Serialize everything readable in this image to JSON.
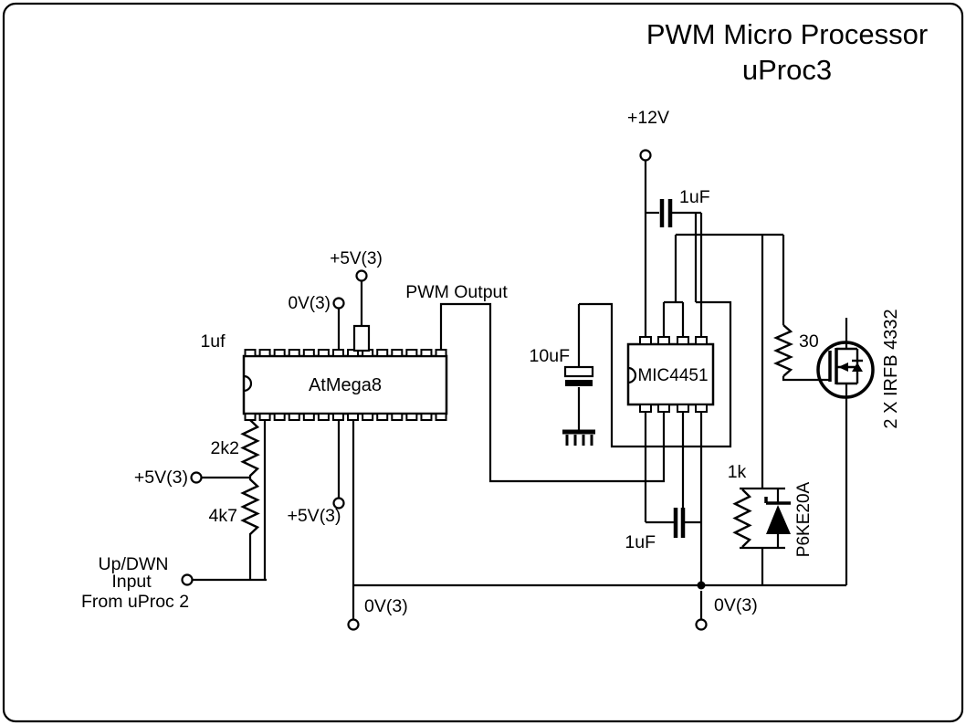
{
  "title": {
    "line1": "PWM Micro Processor",
    "line2": "uProc3"
  },
  "power": {
    "v12": "+12V",
    "v5_top": "+5V(3)",
    "gnd_top": "0V(3)",
    "v5_mid": "+5V(3)",
    "v5_bottom": "+5V(3)",
    "gnd_bottom_left": "0V(3)",
    "gnd_bottom_right": "0V(3)"
  },
  "signals": {
    "pwm_output": "PWM Output",
    "updown_line1": "Up/DWN",
    "updown_line2": "Input",
    "updown_line3": "From uProc 2"
  },
  "components": {
    "mcu": "AtMega8",
    "driver": "MIC4451",
    "mosfet": "2 X IRFB 4332",
    "tvs": "P6KE20A",
    "r_divider_top": "2k2",
    "r_divider_bottom": "4k7",
    "r_gate": "30",
    "r_gate_pulldown": "1k",
    "c_input": "1uf",
    "c_bulk": "10uF",
    "c_bypass": "1uF",
    "c_coupling": "1uF"
  },
  "colors": {
    "background": "#ffffff",
    "line": "#000000"
  }
}
